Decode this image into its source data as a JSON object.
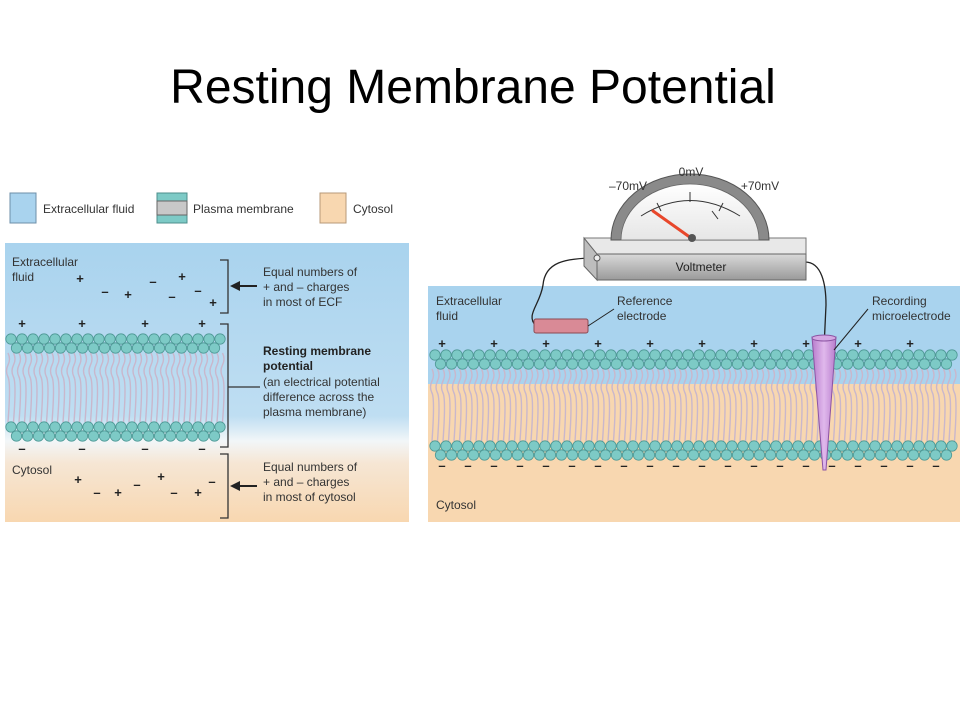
{
  "slide": {
    "title": "Resting Membrane Potential"
  },
  "legend": {
    "extracellular_fluid": "Extracellular fluid",
    "plasma_membrane": "Plasma membrane",
    "cytosol": "Cytosol"
  },
  "left_panel": {
    "ecf_label_1": "Extracellular",
    "ecf_label_2": "fluid",
    "cytosol_label": "Cytosol",
    "note_ecf": [
      "Equal numbers of",
      "+ and – charges",
      "in most of ECF"
    ],
    "note_rmp_title": [
      "Resting membrane",
      "potential"
    ],
    "note_rmp_desc": [
      "(an electrical potential",
      "difference across the",
      "plasma membrane)"
    ],
    "note_cytosol": [
      "Equal numbers of",
      "+ and – charges",
      "in most of cytosol"
    ]
  },
  "right_panel": {
    "voltmeter_label": "Voltmeter",
    "scale_min": "–70mV",
    "scale_zero": "0mV",
    "scale_max": "+70mV",
    "ecf_label_1": "Extracellular",
    "ecf_label_2": "fluid",
    "reference_1": "Reference",
    "reference_2": "electrode",
    "recording_1": "Recording",
    "recording_2": "microelectrode",
    "cytosol_label": "Cytosol"
  },
  "colors": {
    "extracellular": "#a9d3ee",
    "cytosol": "#f8d7b0",
    "lipid_head": "#7dcac6",
    "lipid_tail": "#c9b7cc",
    "needle": "#e8472b",
    "electrode_ref": "#d98a96",
    "microelectrode": "#c896d8"
  }
}
